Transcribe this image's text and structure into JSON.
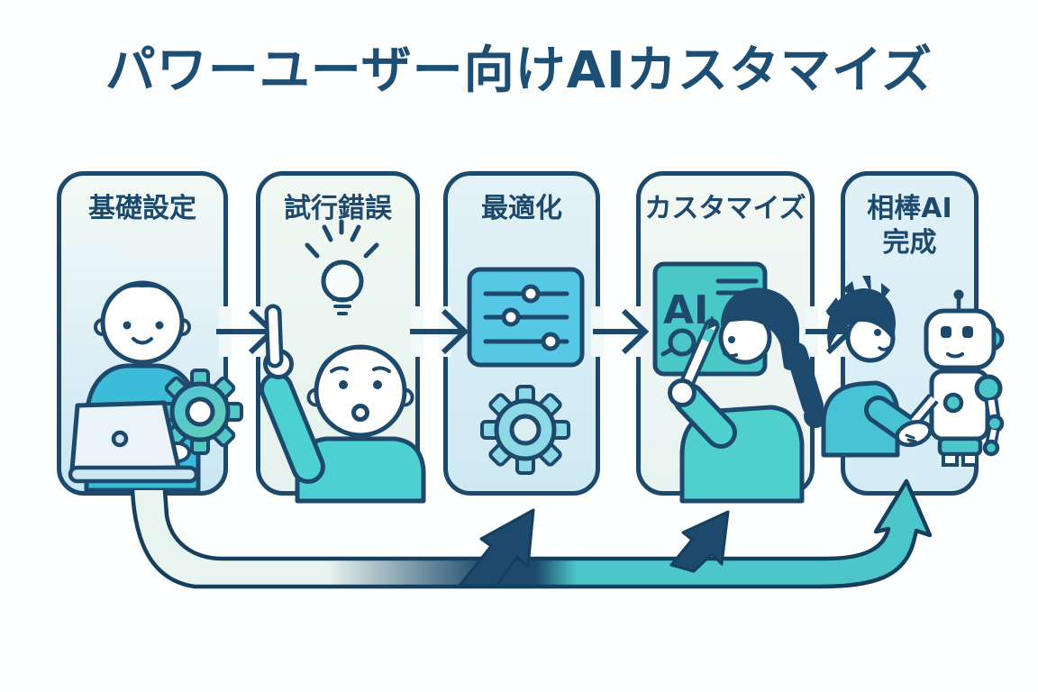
{
  "title": "パワーユーザー向けAIカスタマイズ",
  "steps": [
    {
      "label": "基礎設定",
      "label2": ""
    },
    {
      "label": "試行錯誤",
      "label2": ""
    },
    {
      "label": "最適化",
      "label2": ""
    },
    {
      "label": "カスタマイズ",
      "label2": ""
    },
    {
      "label": "相棒AI",
      "label2": "完成"
    }
  ],
  "ai_panel": {
    "label": "AI"
  },
  "colors": {
    "navy": "#1d4a6c",
    "teal": "#4cc7c9",
    "cyan": "#56c8e5",
    "light_blue": "#cfe9f4",
    "pale_mint": "#e8f4ef",
    "background": "#ffffff"
  }
}
